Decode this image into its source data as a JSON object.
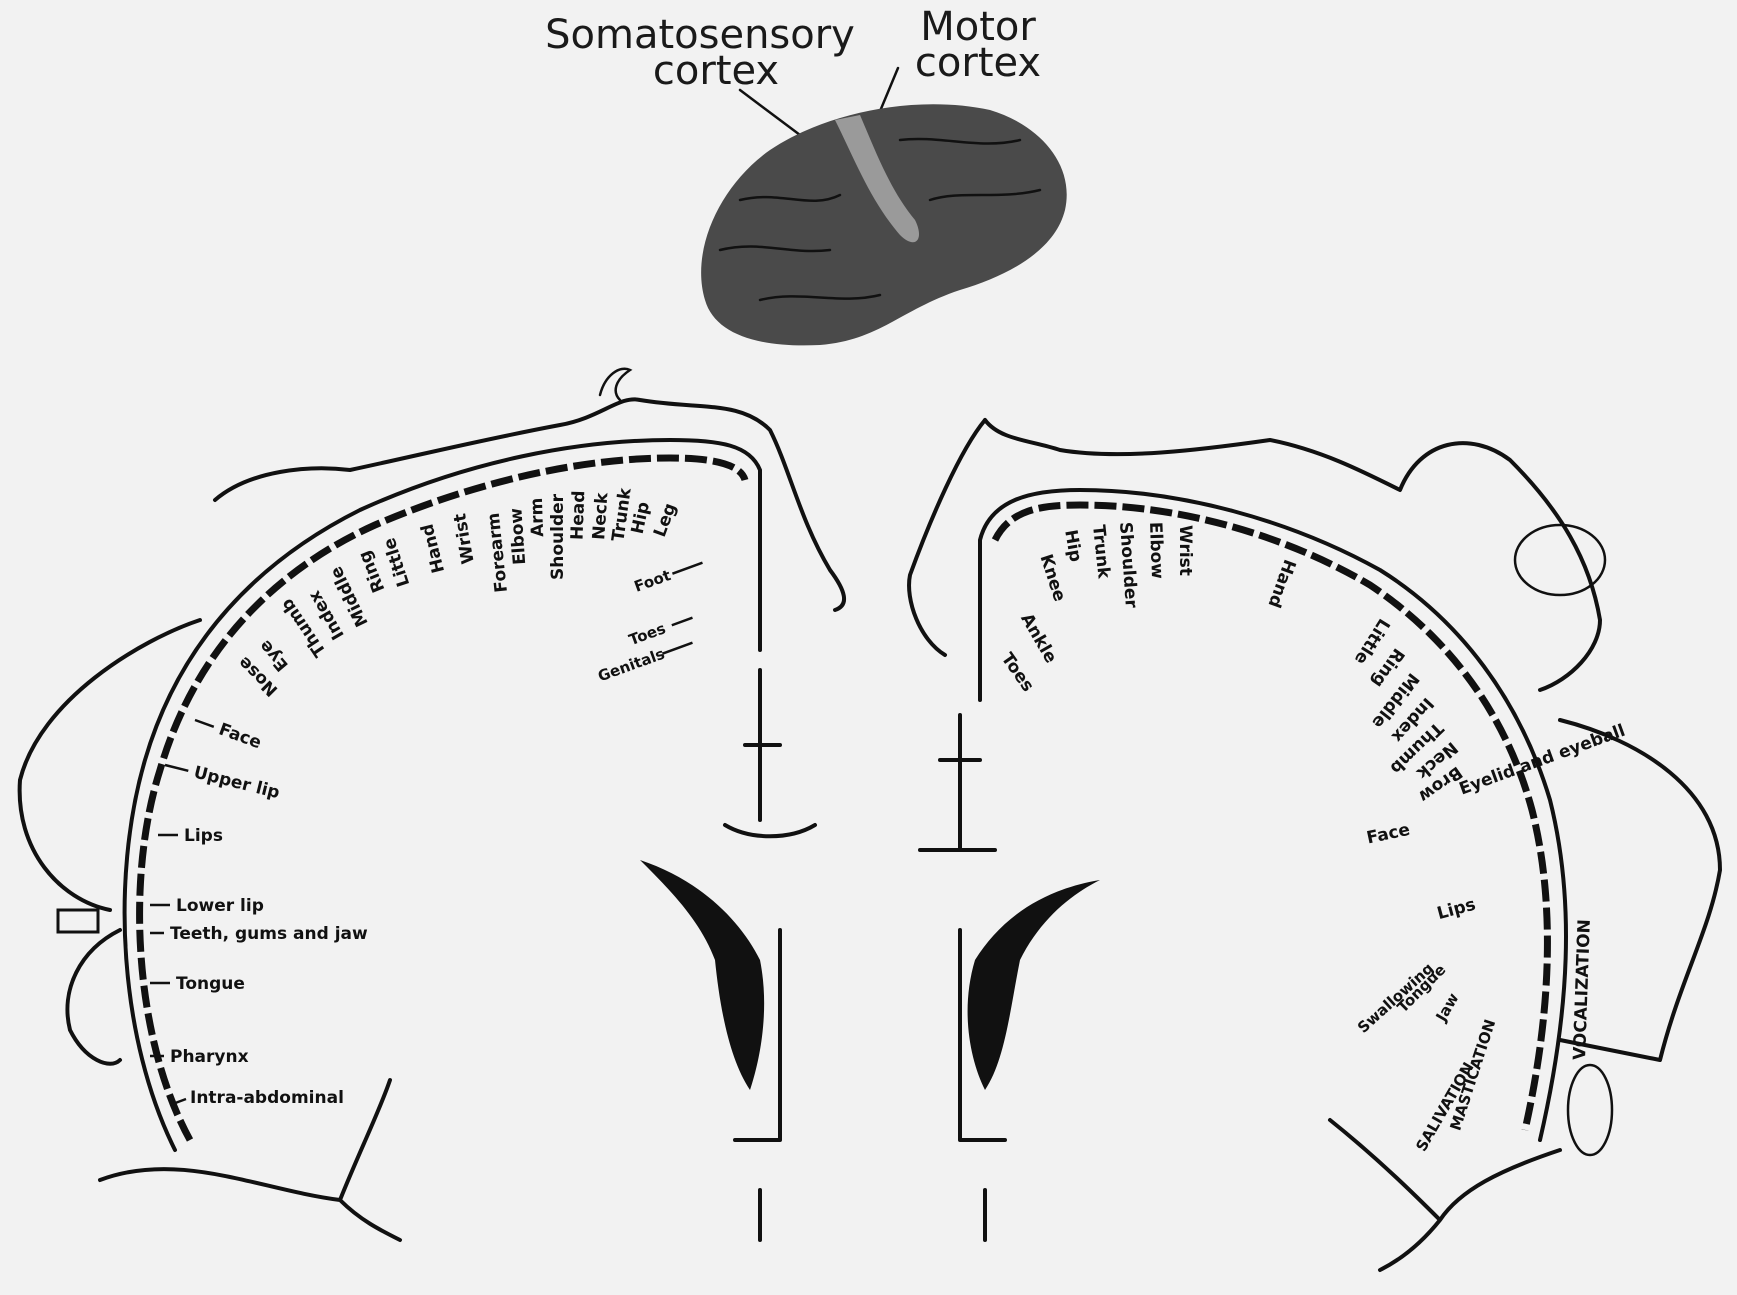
{
  "headers": {
    "somatosensory": [
      "Somatosensory",
      "cortex"
    ],
    "motor": [
      "Motor",
      "cortex"
    ]
  },
  "sensory_labels": [
    "Genitals",
    "Toes",
    "Foot",
    "Leg",
    "Hip",
    "Trunk",
    "Neck",
    "Head",
    "Shoulder",
    "Arm",
    "Elbow",
    "Forearm",
    "Wrist",
    "Hand",
    "Little",
    "Ring",
    "Middle",
    "Index",
    "Thumb",
    "Eye",
    "Nose",
    "Face",
    "Upper lip",
    "Lips",
    "Lower lip",
    "Teeth, gums and jaw",
    "Tongue",
    "Pharynx",
    "Intra-abdominal"
  ],
  "motor_labels": [
    "Toes",
    "Ankle",
    "Knee",
    "Hip",
    "Trunk",
    "Shoulder",
    "Elbow",
    "Wrist",
    "Hand",
    "Little",
    "Ring",
    "Middle",
    "Index",
    "Thumb",
    "Neck",
    "Brow",
    "Eyelid and eyeball",
    "Face",
    "Lips",
    "Jaw",
    "Tongue",
    "Swallowing",
    "SALIVATION",
    "MASTICATION",
    "VOCALIZATION"
  ],
  "colors": {
    "background": "#f2f2f2",
    "ink": "#111111",
    "brain_dark": "#4a4a4a",
    "brain_strip": "#9a9a9a"
  }
}
